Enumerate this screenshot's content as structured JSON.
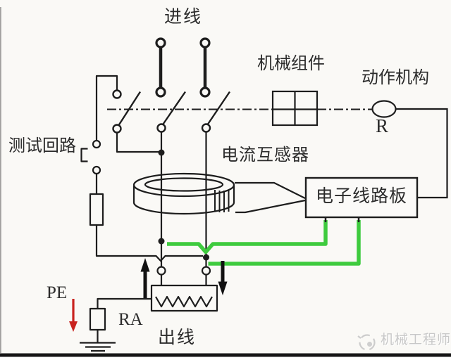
{
  "diagram": {
    "labels": {
      "incoming": "进线",
      "mechanical_assembly": "机械组件",
      "actuator": "动作机构",
      "relay": "R",
      "test_circuit": "测试回路",
      "current_transformer": "电流互感器",
      "electronic_board": "电子线路板",
      "pe": "PE",
      "ra": "RA",
      "outgoing": "出线"
    },
    "watermark": {
      "text": "机械工程师"
    },
    "colors": {
      "background": "#faf9f6",
      "line": "#1d1d1d",
      "secondary_wire_green": "#3ecb3e",
      "pe_arrow_red": "#c9231f",
      "watermark_gray": "#c8c8c8",
      "bottom_bar": "#161616"
    }
  }
}
